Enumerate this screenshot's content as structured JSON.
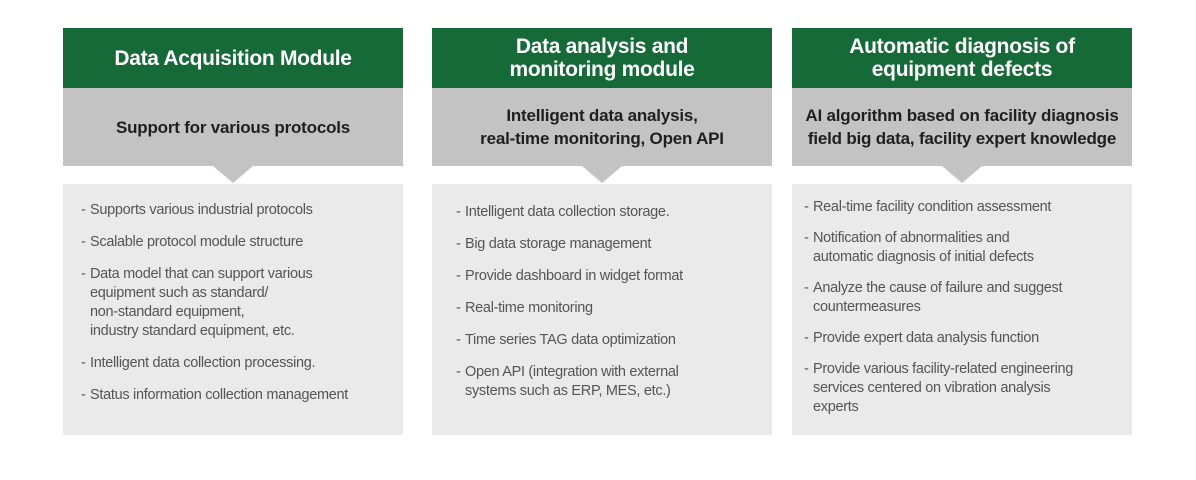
{
  "columns": [
    {
      "title": "Data Acquisition Module",
      "subtitle": "Support for various protocols",
      "items": [
        "Supports various industrial protocols",
        "Scalable protocol module structure",
        "Data model that can support various\nequipment such as standard/\nnon-standard equipment,\nindustry standard equipment, etc.",
        "Intelligent data collection processing.",
        "Status information collection management"
      ]
    },
    {
      "title": "Data analysis and\nmonitoring module",
      "subtitle": "Intelligent data analysis,\nreal-time monitoring, Open API",
      "items": [
        "Intelligent data collection storage.",
        "Big data storage management",
        "Provide dashboard in widget format",
        "Real-time monitoring",
        "Time series TAG data optimization",
        "Open API (integration with external\nsystems such as ERP, MES, etc.)"
      ]
    },
    {
      "title": "Automatic diagnosis of\nequipment defects",
      "subtitle": "AI algorithm based on facility diagnosis\nfield big data, facility expert knowledge",
      "items": [
        "Real-time facility condition assessment",
        "Notification of abnormalities and\nautomatic diagnosis of initial defects",
        "Analyze the cause of failure and suggest\ncountermeasures",
        "Provide expert data analysis function",
        "Provide various facility-related engineering\nservices centered on vibration analysis\nexperts"
      ]
    }
  ]
}
